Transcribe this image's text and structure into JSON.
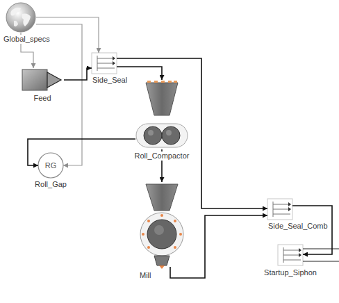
{
  "diagram": {
    "nodes": [
      {
        "text": [
          "Global_specs"
        ]
      },
      {
        "text": [
          "Feed"
        ]
      },
      {
        "text": [
          "Side_Seal"
        ]
      },
      {
        "text": [
          "Roll_Compactor"
        ]
      },
      {
        "text": [
          "RG",
          "Roll_Gap"
        ]
      },
      {
        "text": [
          "Mill"
        ]
      },
      {
        "text": [
          "Side_Seal_Comb"
        ]
      },
      {
        "text": [
          "Startup_Siphon"
        ]
      }
    ],
    "edges": [
      {
        "from": 0,
        "to": 1,
        "arrow": "to"
      },
      {
        "from": 0,
        "to": 2,
        "arrow": "to"
      },
      {
        "from": 0,
        "to": 4,
        "arrow": "to"
      },
      {
        "from": 1,
        "to": 2,
        "arrow": "to"
      },
      {
        "from": 2,
        "to": 3,
        "arrow": "to"
      },
      {
        "from": 2,
        "to": 6,
        "arrow": "to"
      },
      {
        "from": 3,
        "to": 4,
        "arrow": "to"
      },
      {
        "from": 3,
        "to": 5,
        "arrow": "to"
      },
      {
        "from": 5,
        "to": 6,
        "arrow": "to"
      },
      {
        "from": 6,
        "to": 7,
        "arrow": "to"
      }
    ]
  }
}
